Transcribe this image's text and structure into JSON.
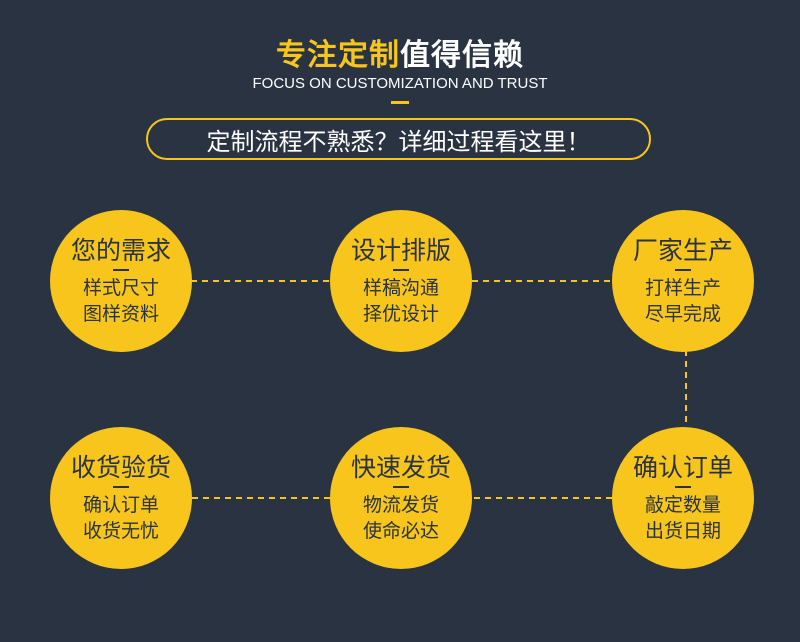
{
  "header": {
    "title_accent": "专注定制",
    "title_rest": "值得信赖",
    "subtitle": "FOCUS ON CUSTOMIZATION AND TRUST",
    "pill_text": "定制流程不熟悉？详细过程看这里！"
  },
  "colors": {
    "background": "#2a3342",
    "accent": "#f7c51b"
  },
  "steps": [
    {
      "title": "您的需求",
      "lines": [
        "样式尺寸",
        "图样资料"
      ]
    },
    {
      "title": "设计排版",
      "lines": [
        "样稿沟通",
        "择优设计"
      ]
    },
    {
      "title": "厂家生产",
      "lines": [
        "打样生产",
        "尽早完成"
      ]
    },
    {
      "title": "确认订单",
      "lines": [
        "敲定数量",
        "出货日期"
      ]
    },
    {
      "title": "快速发货",
      "lines": [
        "物流发货",
        "使命必达"
      ]
    },
    {
      "title": "收货验货",
      "lines": [
        "确认订单",
        "收货无忧"
      ]
    }
  ]
}
